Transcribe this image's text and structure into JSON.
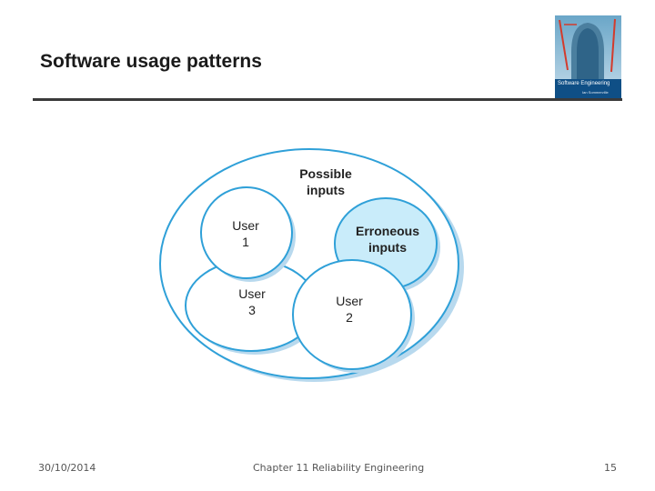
{
  "slide": {
    "title": "Software usage patterns",
    "book_cover": {
      "title": "Software Engineering",
      "author": "Ian Sommerville"
    }
  },
  "diagram": {
    "colors": {
      "outline": "#2fa0d8",
      "shadow": "#b8d9ee",
      "fill": "#ffffff",
      "erroneous_fill": "#c9ecfa"
    },
    "possible_inputs": [
      "Possible",
      "inputs"
    ],
    "erroneous_inputs": [
      "Erroneous",
      "inputs"
    ],
    "user1": [
      "User",
      "1"
    ],
    "user2": [
      "User",
      "2"
    ],
    "user3": [
      "User",
      "3"
    ]
  },
  "footer": {
    "date": "30/10/2014",
    "chapter": "Chapter 11 Reliability Engineering",
    "page": "15"
  }
}
